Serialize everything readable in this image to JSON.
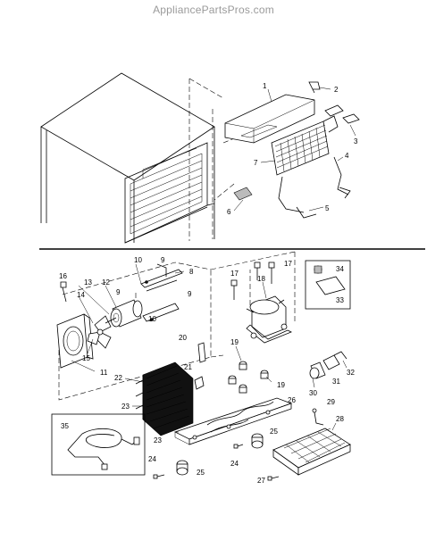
{
  "watermark": "AppliancePartsPros.com",
  "callouts": {
    "c1": "1",
    "c2": "2",
    "c3": "3",
    "c4": "4",
    "c5": "5",
    "c6": "6",
    "c7": "7",
    "c8": "8",
    "c9a": "9",
    "c9b": "9",
    "c9c": "9",
    "c10a": "10",
    "c10b": "10",
    "c11": "11",
    "c12": "12",
    "c13": "13",
    "c14": "14",
    "c15": "15",
    "c16": "16",
    "c17a": "17",
    "c17b": "17",
    "c18": "18",
    "c19a": "19",
    "c19b": "19",
    "c20": "20",
    "c21": "21",
    "c22": "22",
    "c23a": "23",
    "c23b": "23",
    "c24a": "24",
    "c24b": "24",
    "c25a": "25",
    "c25b": "25",
    "c26": "26",
    "c27": "27",
    "c28": "28",
    "c29": "29",
    "c30": "30",
    "c31": "31",
    "c32": "32",
    "c33": "33",
    "c34": "34",
    "c35": "35"
  }
}
